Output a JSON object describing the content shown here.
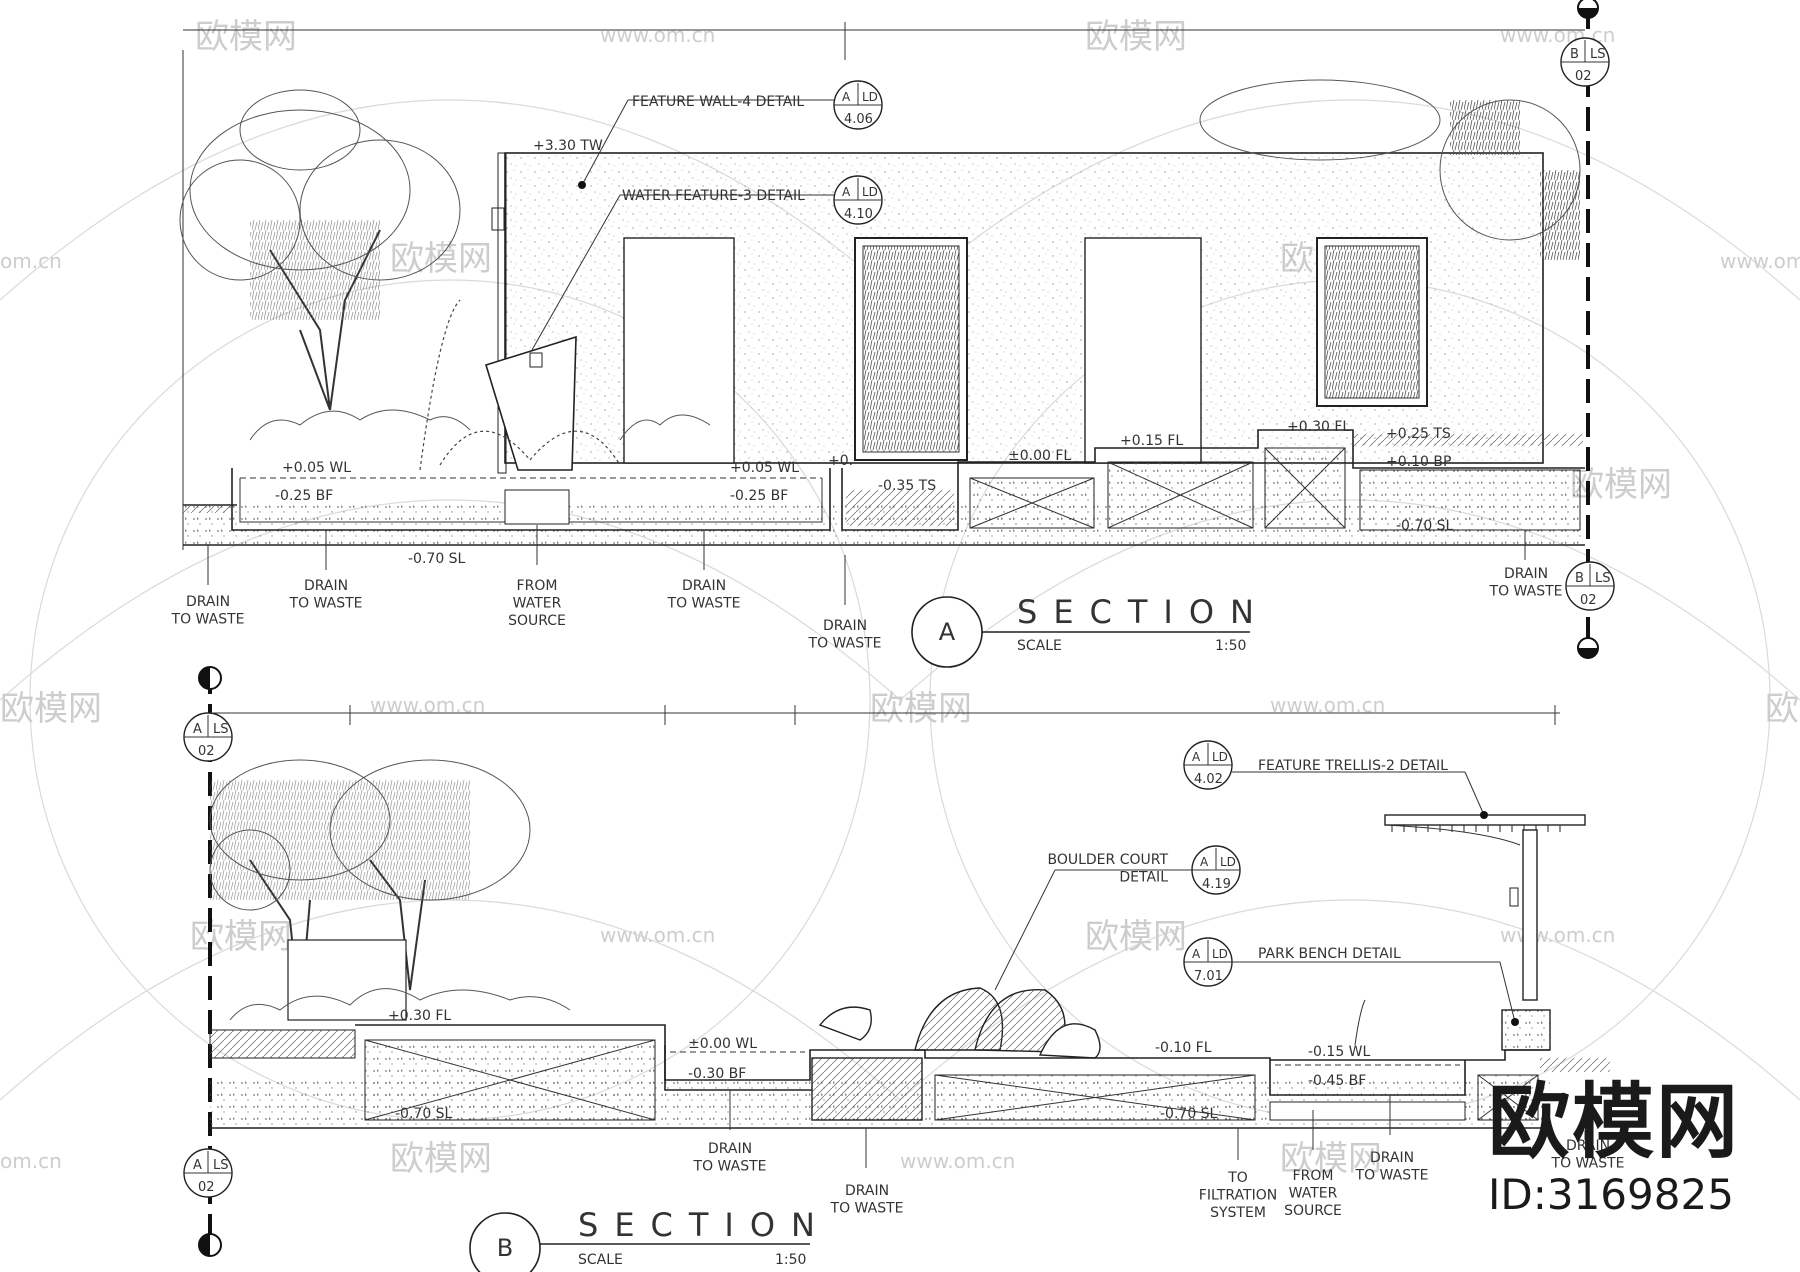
{
  "section_a": {
    "title": "SECTION",
    "letter": "A",
    "scale_label": "SCALE",
    "scale_value": "1:50",
    "callouts": {
      "feature_wall": {
        "text": "FEATURE WALL-4 DETAIL",
        "tag_top": "A",
        "tag_right": "LD",
        "tag_num": "4.06"
      },
      "water_feature": {
        "text": "WATER FEATURE-3 DETAIL",
        "tag_top": "A",
        "tag_right": "LD",
        "tag_num": "4.10"
      }
    },
    "ref_top": {
      "top": "B",
      "right": "LS",
      "num": "02"
    },
    "ref_bottom": {
      "top": "B",
      "right": "LS",
      "num": "02"
    },
    "levels": {
      "tw": "+3.30 TW",
      "wl1": "+0.05 WL",
      "bf1": "-0.25 BF",
      "wl2": "+0.05 WL",
      "bf2": "-0.25 BF",
      "sl1": "-0.70 SL",
      "ts1": "-0.35 TS",
      "fl0": "±0.00 FL",
      "fl15": "+0.15 FL",
      "fl30": "+0.30 FL",
      "ts25": "+0.25 TS",
      "bp": "+0.10 BP",
      "sl2": "-0.70 SL",
      "small": "+0."
    },
    "notes": {
      "drain1": "DRAIN\nTO WASTE",
      "drain2": "DRAIN\nTO WASTE",
      "from_water": "FROM\nWATER\nSOURCE",
      "drain3": "DRAIN\nTO WASTE",
      "drain4": "DRAIN\nTO WASTE",
      "drain5": "DRAIN\nTO WASTE"
    }
  },
  "section_b": {
    "title": "SECTION",
    "letter": "B",
    "scale_label": "SCALE",
    "scale_value": "1:50",
    "callouts": {
      "trellis": {
        "text": "FEATURE TRELLIS-2 DETAIL",
        "tag_top": "A",
        "tag_right": "LD",
        "tag_num": "4.02"
      },
      "boulder": {
        "text": "BOULDER COURT\nDETAIL",
        "tag_top": "A",
        "tag_right": "LD",
        "tag_num": "4.19"
      },
      "bench": {
        "text": "PARK BENCH DETAIL",
        "tag_top": "A",
        "tag_right": "LD",
        "tag_num": "7.01"
      }
    },
    "ref_top": {
      "top": "A",
      "right": "LS",
      "num": "02"
    },
    "ref_bottom": {
      "top": "A",
      "right": "LS",
      "num": "02"
    },
    "levels": {
      "fl30": "+0.30 FL",
      "wl0": "±0.00 WL",
      "bf30": "-0.30 BF",
      "sl1": "-0.70 SL",
      "fl10": "-0.10 FL",
      "wl15": "-0.15 WL",
      "bf45": "-0.45 BF",
      "sl2": "-0.70 SL"
    },
    "notes": {
      "drain1": "DRAIN\nTO WASTE",
      "drain2": "DRAIN\nTO WASTE",
      "filtration": "TO\nFILTRATION\nSYSTEM",
      "from_water": "FROM\nWATER\nSOURCE",
      "drain3": "DRAIN\nTO WASTE",
      "drain4": "DRAIN\nTO WASTE"
    }
  },
  "watermark": {
    "cn": "欧模网",
    "url": "www.om.cn",
    "short": "om.cn"
  },
  "brand": {
    "name": "欧模网",
    "id": "ID:3169825"
  }
}
